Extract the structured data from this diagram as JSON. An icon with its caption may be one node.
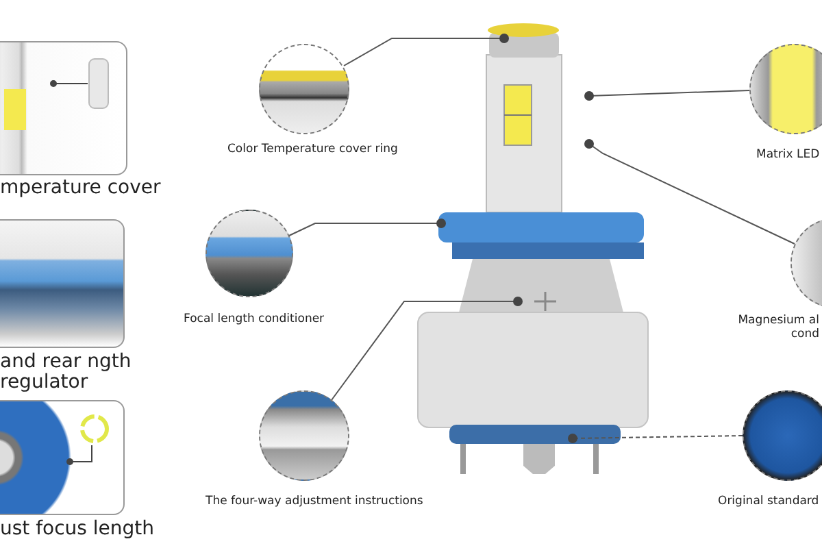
{
  "diagram": {
    "nodes": [
      {
        "text": [
          "mperature cover"
        ]
      },
      {
        "text": [
          "Color Temperature cover ring"
        ]
      },
      {
        "text": [
          "Matrix LED"
        ]
      },
      {
        "text": [
          "and rear ngth regulator"
        ]
      },
      {
        "text": [
          "Focal length conditioner"
        ]
      },
      {
        "text": [
          "Magnesium al cond"
        ]
      },
      {
        "text": [
          "ust focus length"
        ]
      },
      {
        "text": [
          "The four-way adjustment instructions"
        ]
      },
      {
        "text": [
          "Original standard"
        ]
      }
    ],
    "edges": [
      {
        "from": 1,
        "to": null,
        "arrow": "other"
      },
      {
        "from": 2,
        "to": null,
        "arrow": "other"
      },
      {
        "from": 4,
        "to": null,
        "arrow": "other"
      },
      {
        "from": 5,
        "to": null,
        "arrow": "other"
      },
      {
        "from": 7,
        "to": null,
        "arrow": "other"
      },
      {
        "from": 8,
        "to": null,
        "arrow": "other",
        "style": "dashed"
      }
    ]
  }
}
